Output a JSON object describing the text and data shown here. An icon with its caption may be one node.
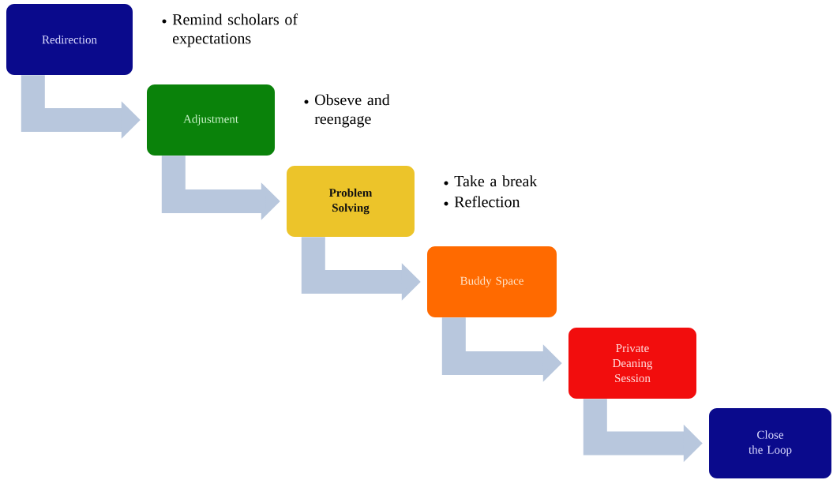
{
  "diagram": {
    "nodes": [
      {
        "text": [
          "Redirection"
        ],
        "beside": [
          "Remind scholars of expectations"
        ]
      },
      {
        "text": [
          "Adjustment"
        ],
        "beside": [
          "Obseve and reengage"
        ]
      },
      {
        "text": [
          "Problem Solving"
        ],
        "beside": [
          "Take a break",
          "Reflection"
        ]
      },
      {
        "text": [
          "Buddy Space"
        ]
      },
      {
        "text": [
          "Private Deaning Session"
        ]
      },
      {
        "text": [
          "Close the Loop"
        ]
      }
    ],
    "edges": [
      {
        "from": 0,
        "to": 1,
        "arrow": "to"
      },
      {
        "from": 1,
        "to": 2,
        "arrow": "to"
      },
      {
        "from": 2,
        "to": 3,
        "arrow": "to"
      },
      {
        "from": 3,
        "to": 4,
        "arrow": "to"
      },
      {
        "from": 4,
        "to": 5,
        "arrow": "to"
      }
    ]
  }
}
